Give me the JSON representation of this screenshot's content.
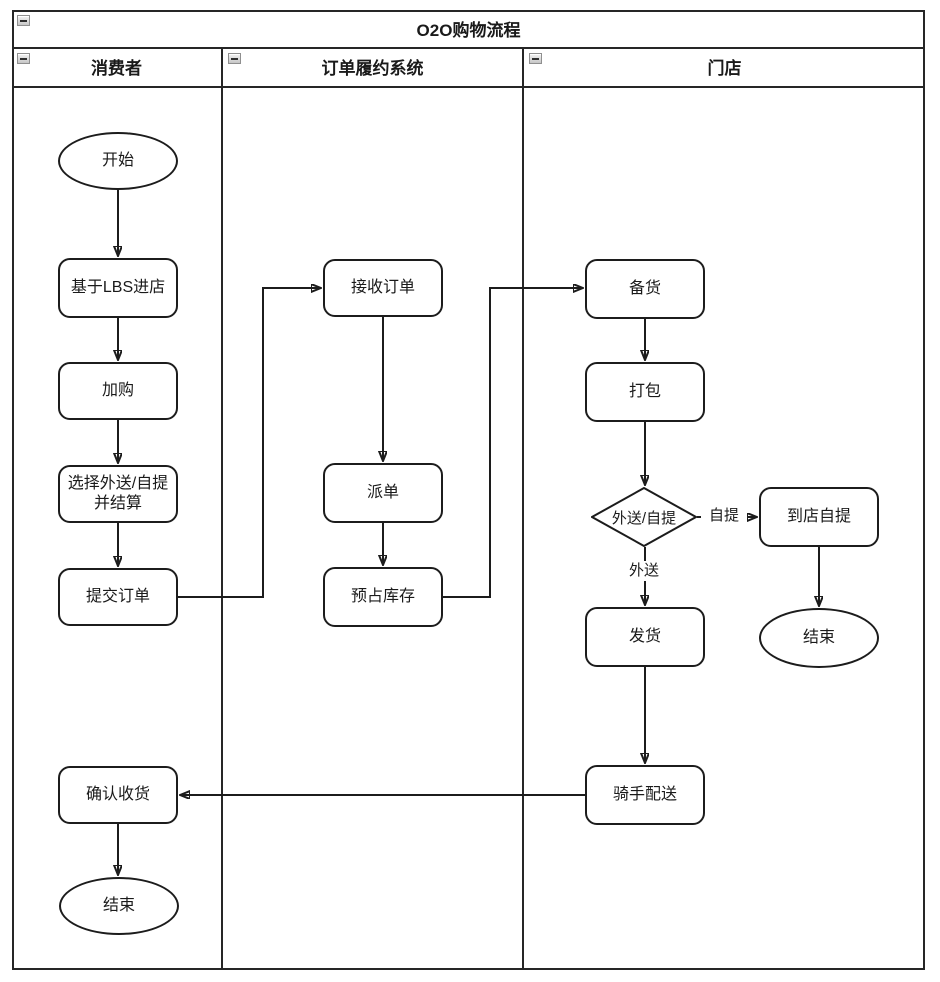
{
  "diagram": {
    "title": "O2O购物流程",
    "lanes": [
      {
        "label": "消费者"
      },
      {
        "label": "订单履约系统"
      },
      {
        "label": "门店"
      }
    ]
  },
  "nodes": {
    "start": {
      "label": "开始",
      "type": "ellipse"
    },
    "lbs": {
      "label": "基于LBS进店",
      "type": "process"
    },
    "add_cart": {
      "label": "加购",
      "type": "process"
    },
    "choose": {
      "label": "选择外送/自提\n并结算",
      "type": "process"
    },
    "submit": {
      "label": "提交订单",
      "type": "process"
    },
    "confirm": {
      "label": "确认收货",
      "type": "process"
    },
    "end_consumer": {
      "label": "结束",
      "type": "ellipse"
    },
    "receive": {
      "label": "接收订单",
      "type": "process"
    },
    "dispatch": {
      "label": "派单",
      "type": "process"
    },
    "reserve": {
      "label": "预占库存",
      "type": "process"
    },
    "prepare": {
      "label": "备货",
      "type": "process"
    },
    "pack": {
      "label": "打包",
      "type": "process"
    },
    "decision": {
      "label": "外送/自提",
      "type": "decision"
    },
    "pickup": {
      "label": "到店自提",
      "type": "process"
    },
    "end_store": {
      "label": "结束",
      "type": "ellipse"
    },
    "ship": {
      "label": "发货",
      "type": "process"
    },
    "rider": {
      "label": "骑手配送",
      "type": "process"
    }
  },
  "edge_labels": {
    "pickup": "自提",
    "delivery": "外送"
  },
  "colors": {
    "stroke": "#1c1c1c",
    "fill": "#ffffff",
    "background": "#ffffff"
  }
}
